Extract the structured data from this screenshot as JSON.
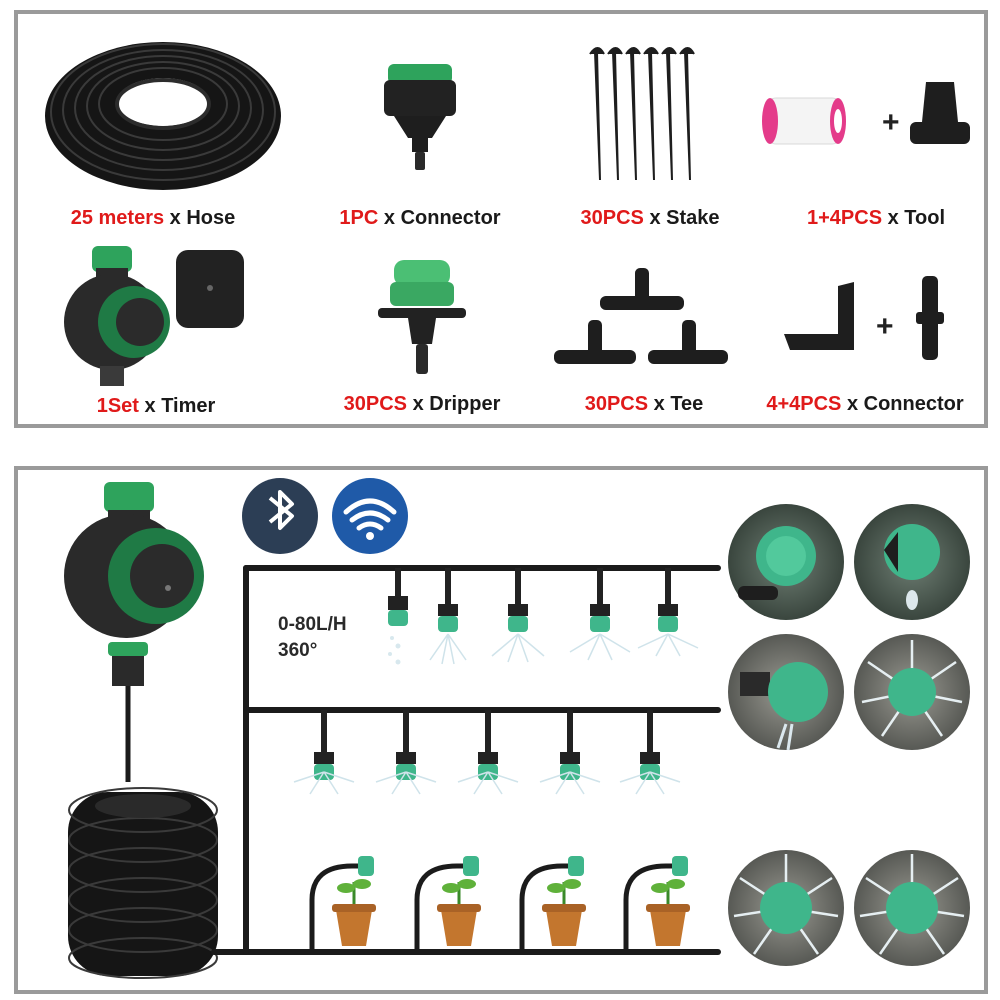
{
  "items": [
    {
      "qty": "25 meters",
      "suffix": " x Hose",
      "icon": "hose-coil-icon"
    },
    {
      "qty": "1PC",
      "suffix": " x Connector",
      "icon": "tap-connector-icon"
    },
    {
      "qty": "30PCS",
      "suffix": " x Stake",
      "icon": "stakes-icon"
    },
    {
      "qty": "1+4PCS",
      "suffix": " x Tool",
      "icon": "tape-and-plug-icon"
    },
    {
      "qty": "1Set",
      "suffix": " x Timer",
      "icon": "timer-and-hub-icon"
    },
    {
      "qty": "30PCS",
      "suffix": " x Dripper",
      "icon": "dripper-icon"
    },
    {
      "qty": "30PCS",
      "suffix": " x Tee",
      "icon": "tee-icon"
    },
    {
      "qty": "4+4PCS",
      "suffix": " x Connector",
      "icon": "elbow-and-straight-connector-icon"
    }
  ],
  "diagram": {
    "flow_rate": "0-80L/H",
    "spray_angle": "360°",
    "badges": [
      "bluetooth-icon",
      "wifi-icon"
    ]
  },
  "colors": {
    "qty_red": "#e01a1a",
    "dripper_green": "#3fb68b",
    "timer_green": "#1f7a45",
    "hose_black": "#1b1b1b",
    "frame_gray": "#9a9a9a",
    "badge_blue": "#1f5aa8",
    "badge_dark": "#2c3e55"
  }
}
